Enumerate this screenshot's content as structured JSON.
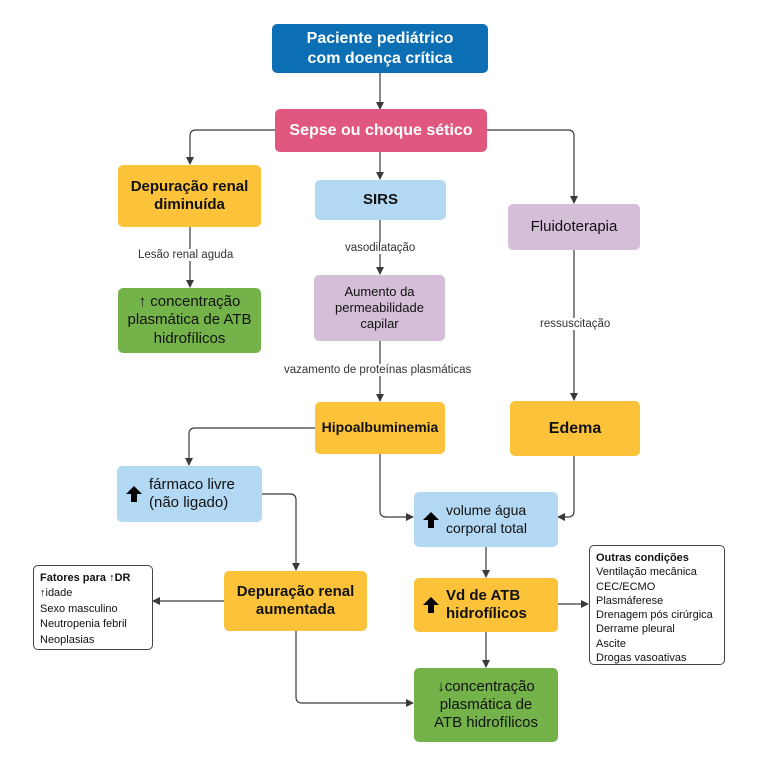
{
  "nodes": {
    "patient": "Paciente pediátrico\ncom doença crítica",
    "sepsis": "Sepse ou choque sético",
    "renal_decreased": "Depuração renal\ndiminuída",
    "sirs": "SIRS",
    "fluid": "Fluidoterapia",
    "conc_up": "↑ concentração\nplasmática de ATB\nhidrofílicos",
    "permeability": "Aumento da\npermeabilidade\ncapilar",
    "hypoalbumin": "Hipoalbuminemia",
    "edema": "Edema",
    "free_drug": "fármaco livre\n(não ligado)",
    "water_volume": "volume água\ncorporal total",
    "renal_increased": "Depuração renal\naumentada",
    "vd": "Vd  de ATB\nhidrofílicos",
    "conc_down": "↓concentração\nplasmática de\nATB hidrofílicos"
  },
  "edge_labels": {
    "aki": "Lesão renal aguda",
    "vasodilation": "vasodilatação",
    "protein_leak": "vazamento de proteínas plasmáticas",
    "resuscitation": "ressuscitação"
  },
  "risk_factors": {
    "title": "Fatores para ↑DR",
    "items": [
      "↑idade",
      "Sexo masculino",
      "Neutropenia febril",
      "Neoplasias"
    ]
  },
  "other_conditions": {
    "title": "Outras condições",
    "items": [
      "Ventilação mecânica",
      "CEC/ECMO",
      "Plasmáferese",
      "Drenagem pós cirúrgica",
      "Derrame pleural",
      "Ascite",
      "Drogas vasoativas"
    ]
  },
  "colors": {
    "dark_blue": "#0c6fb3",
    "pink": "#e0577f",
    "orange": "#fcc23a",
    "green": "#74b34a",
    "light_blue": "#b3d8f3",
    "lilac": "#d5bfd8"
  }
}
